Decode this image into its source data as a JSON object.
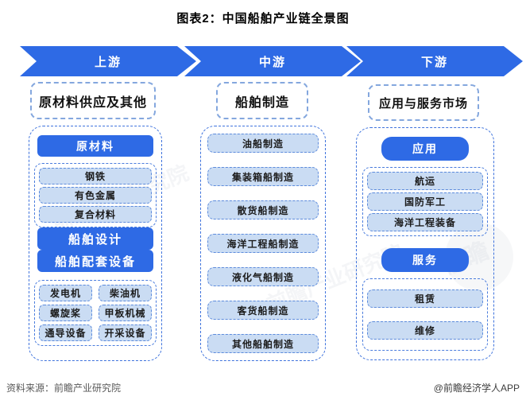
{
  "title": "图表2：中国船舶产业链全景图",
  "arrows": [
    {
      "label": "上游"
    },
    {
      "label": "中游"
    },
    {
      "label": "下游"
    }
  ],
  "upstream": {
    "header": "原材料供应及其他",
    "materials_button": "原材料",
    "materials_items": [
      "钢铁",
      "有色金属",
      "复合材料"
    ],
    "design_button": "船舶设计",
    "equipment_button": "船舶配套设备",
    "equipment_items": [
      "发电机",
      "柴油机",
      "螺旋桨",
      "甲板机械",
      "通导设备",
      "开采设备"
    ]
  },
  "midstream": {
    "header": "船舶制造",
    "items": [
      "油船制造",
      "集装箱船制造",
      "散货船制造",
      "海洋工程船制造",
      "液化气船制造",
      "客货船制造",
      "其他船舶制造"
    ]
  },
  "downstream": {
    "header": "应用与服务市场",
    "application_button": "应用",
    "application_items": [
      "航运",
      "国防军工",
      "海洋工程装备"
    ],
    "service_button": "服务",
    "service_items": [
      "租赁",
      "维修"
    ]
  },
  "footer": {
    "source": "资料来源：前瞻产业研究院",
    "credit": "@前瞻经济学人APP"
  },
  "watermark": {
    "text": "前瞻产业研究院",
    "logo_text": "前瞻"
  },
  "colors": {
    "primary_blue": "#2E6AE5",
    "item_fill": "#CADCF3",
    "container_border": "#3F73DD",
    "item_border": "#5D8BDC"
  }
}
